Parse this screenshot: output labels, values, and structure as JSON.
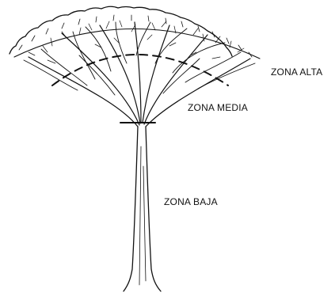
{
  "labels": {
    "zona_alta": "ZONA ALTA",
    "zona_media": "ZONA MEDIA",
    "zona_baja": "ZONA BAJA"
  },
  "colors": {
    "ink": "#111111",
    "background": "#ffffff"
  }
}
